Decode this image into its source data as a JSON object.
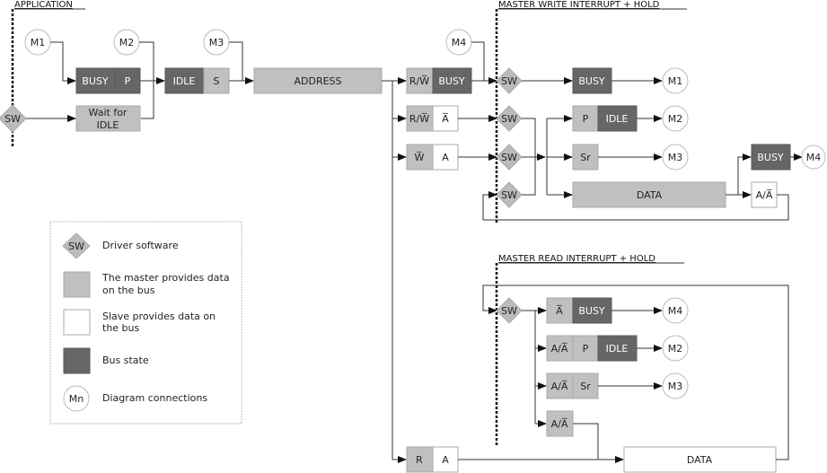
{
  "sections": {
    "application": "APPLICATION",
    "master_write": "MASTER WRITE INTERRUPT + HOLD",
    "master_read": "MASTER READ INTERRUPT + HOLD"
  },
  "colors": {
    "master": "#c0c0c0",
    "slave": "#ffffff",
    "bus_state": "#666666",
    "driver": "#b8b8b8",
    "line": "#333333"
  },
  "connectors": {
    "m1": "M1",
    "m2": "M2",
    "m3": "M3",
    "m4": "M4"
  },
  "sw": "SW",
  "app": {
    "busy": "BUSY",
    "p": "P",
    "wait": [
      "Wait for",
      "IDLE"
    ],
    "idle": "IDLE",
    "s": "S",
    "address": "ADDRESS"
  },
  "addr_branches": {
    "rw1": "R/W̅",
    "busy": "BUSY",
    "rw2": "R/W̅",
    "nack": "A̅",
    "w": "W̅",
    "ack": "A"
  },
  "write": {
    "busy": "BUSY",
    "p": "P",
    "idle": "IDLE",
    "sr": "Sr",
    "data": "DATA",
    "busy2": "BUSY",
    "ack_nack": "A/A̅"
  },
  "read": {
    "nack": "A̅",
    "busy": "BUSY",
    "an1": "A/A̅",
    "p": "P",
    "idle": "IDLE",
    "an2": "A/A̅",
    "sr": "Sr",
    "an3": "A/A̅",
    "r": "R",
    "a": "A",
    "data": "DATA"
  },
  "legend": {
    "items": [
      {
        "icon": "sw",
        "symbol": "SW",
        "text": [
          "Driver software"
        ]
      },
      {
        "icon": "master",
        "text": [
          "The master provides data",
          "on the bus"
        ]
      },
      {
        "icon": "slave",
        "text": [
          "Slave provides data on",
          "the bus"
        ]
      },
      {
        "icon": "bus",
        "text": [
          "Bus state"
        ]
      },
      {
        "icon": "conn",
        "symbol": "Mn",
        "text": [
          "Diagram connections"
        ]
      }
    ]
  }
}
